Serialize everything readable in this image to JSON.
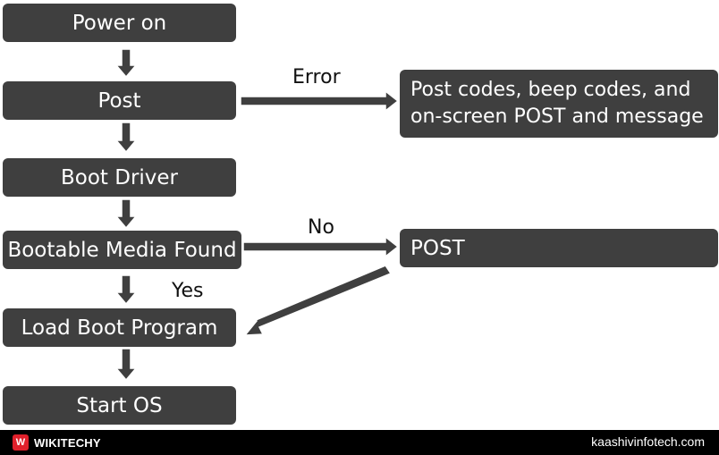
{
  "flow": {
    "power_on": "Power on",
    "post": "Post",
    "boot_driver": "Boot Driver",
    "bootable_media": "Bootable Media Found",
    "load_boot_program": "Load Boot Program",
    "start_os": "Start OS"
  },
  "side": {
    "error_output": "Post codes, beep codes, and on-screen POST and message",
    "post_box": "POST"
  },
  "edges": {
    "error": "Error",
    "no": "No",
    "yes": "Yes"
  },
  "footer": {
    "logo_mark": "W",
    "brand": "WIKITECHY",
    "site": "kaashivinfotech.com"
  },
  "colors": {
    "box": "#3f3f3f",
    "arrow": "#3f3f3f",
    "footer": "#000000",
    "logo": "#e0202b"
  }
}
